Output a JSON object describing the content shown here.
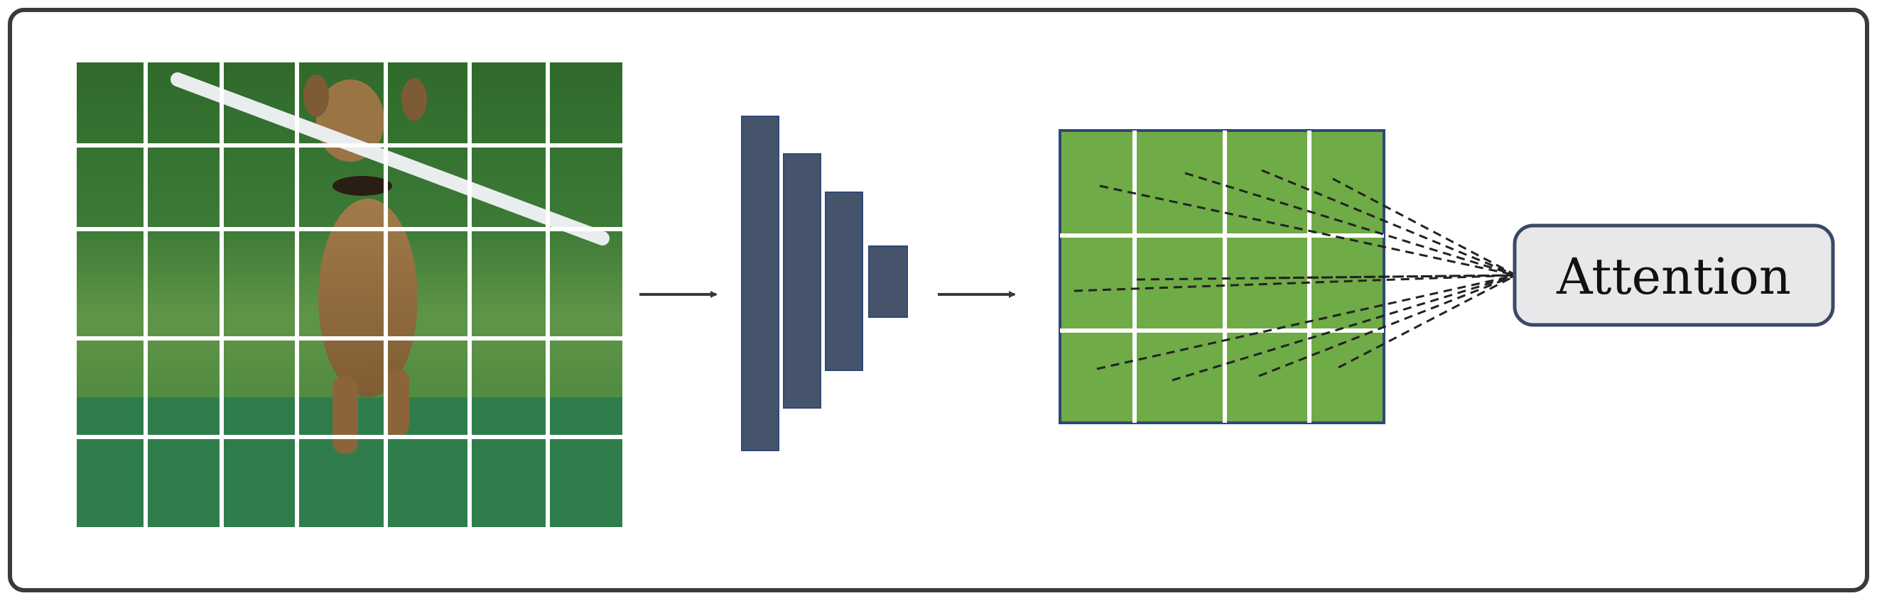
{
  "attention": {
    "label": "Attention"
  },
  "colors": {
    "frame": "#3a3a3a",
    "encoder": "#45536b",
    "feature_map": "#6fab46",
    "feature_border": "#2f4778",
    "attention_fill": "#e8e8ea",
    "attention_border": "#3a4a66",
    "grid_lines": "#ffffff",
    "arrows": "#3a3a3a"
  },
  "image_patches": {
    "columns": 7,
    "rows": 5
  },
  "feature_map": {
    "columns": 4,
    "rows": 3
  },
  "encoder": {
    "stages": 4
  }
}
